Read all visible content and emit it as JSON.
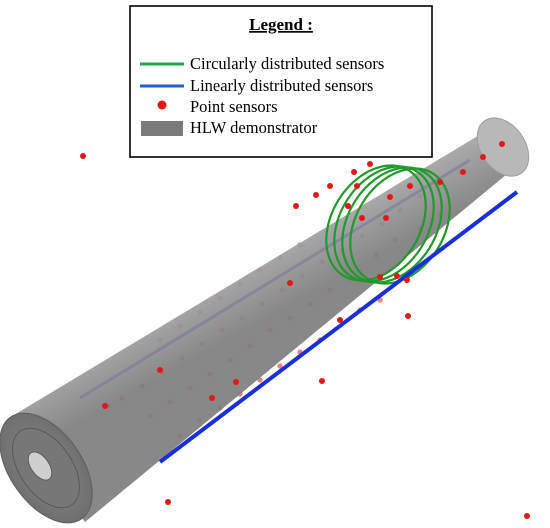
{
  "legend": {
    "title": "Legend :",
    "items": [
      {
        "label": "Circularly distributed sensors",
        "kind": "line",
        "color": "#22a84a"
      },
      {
        "label": "Linearly distributed sensors",
        "kind": "line",
        "color": "#1f5fcf"
      },
      {
        "label": "Point sensors",
        "kind": "dot",
        "color": "#e01818"
      },
      {
        "label": "HLW demonstrator",
        "kind": "rect",
        "color": "#7a7a7a"
      }
    ]
  },
  "colors": {
    "cylinder": "#9a9a9a",
    "cylinder_dark": "#6e6e6e",
    "linear_sensor": "#1a2fd6",
    "circular_sensor": "#1f9a2a",
    "point_sensor": "#e01818"
  }
}
